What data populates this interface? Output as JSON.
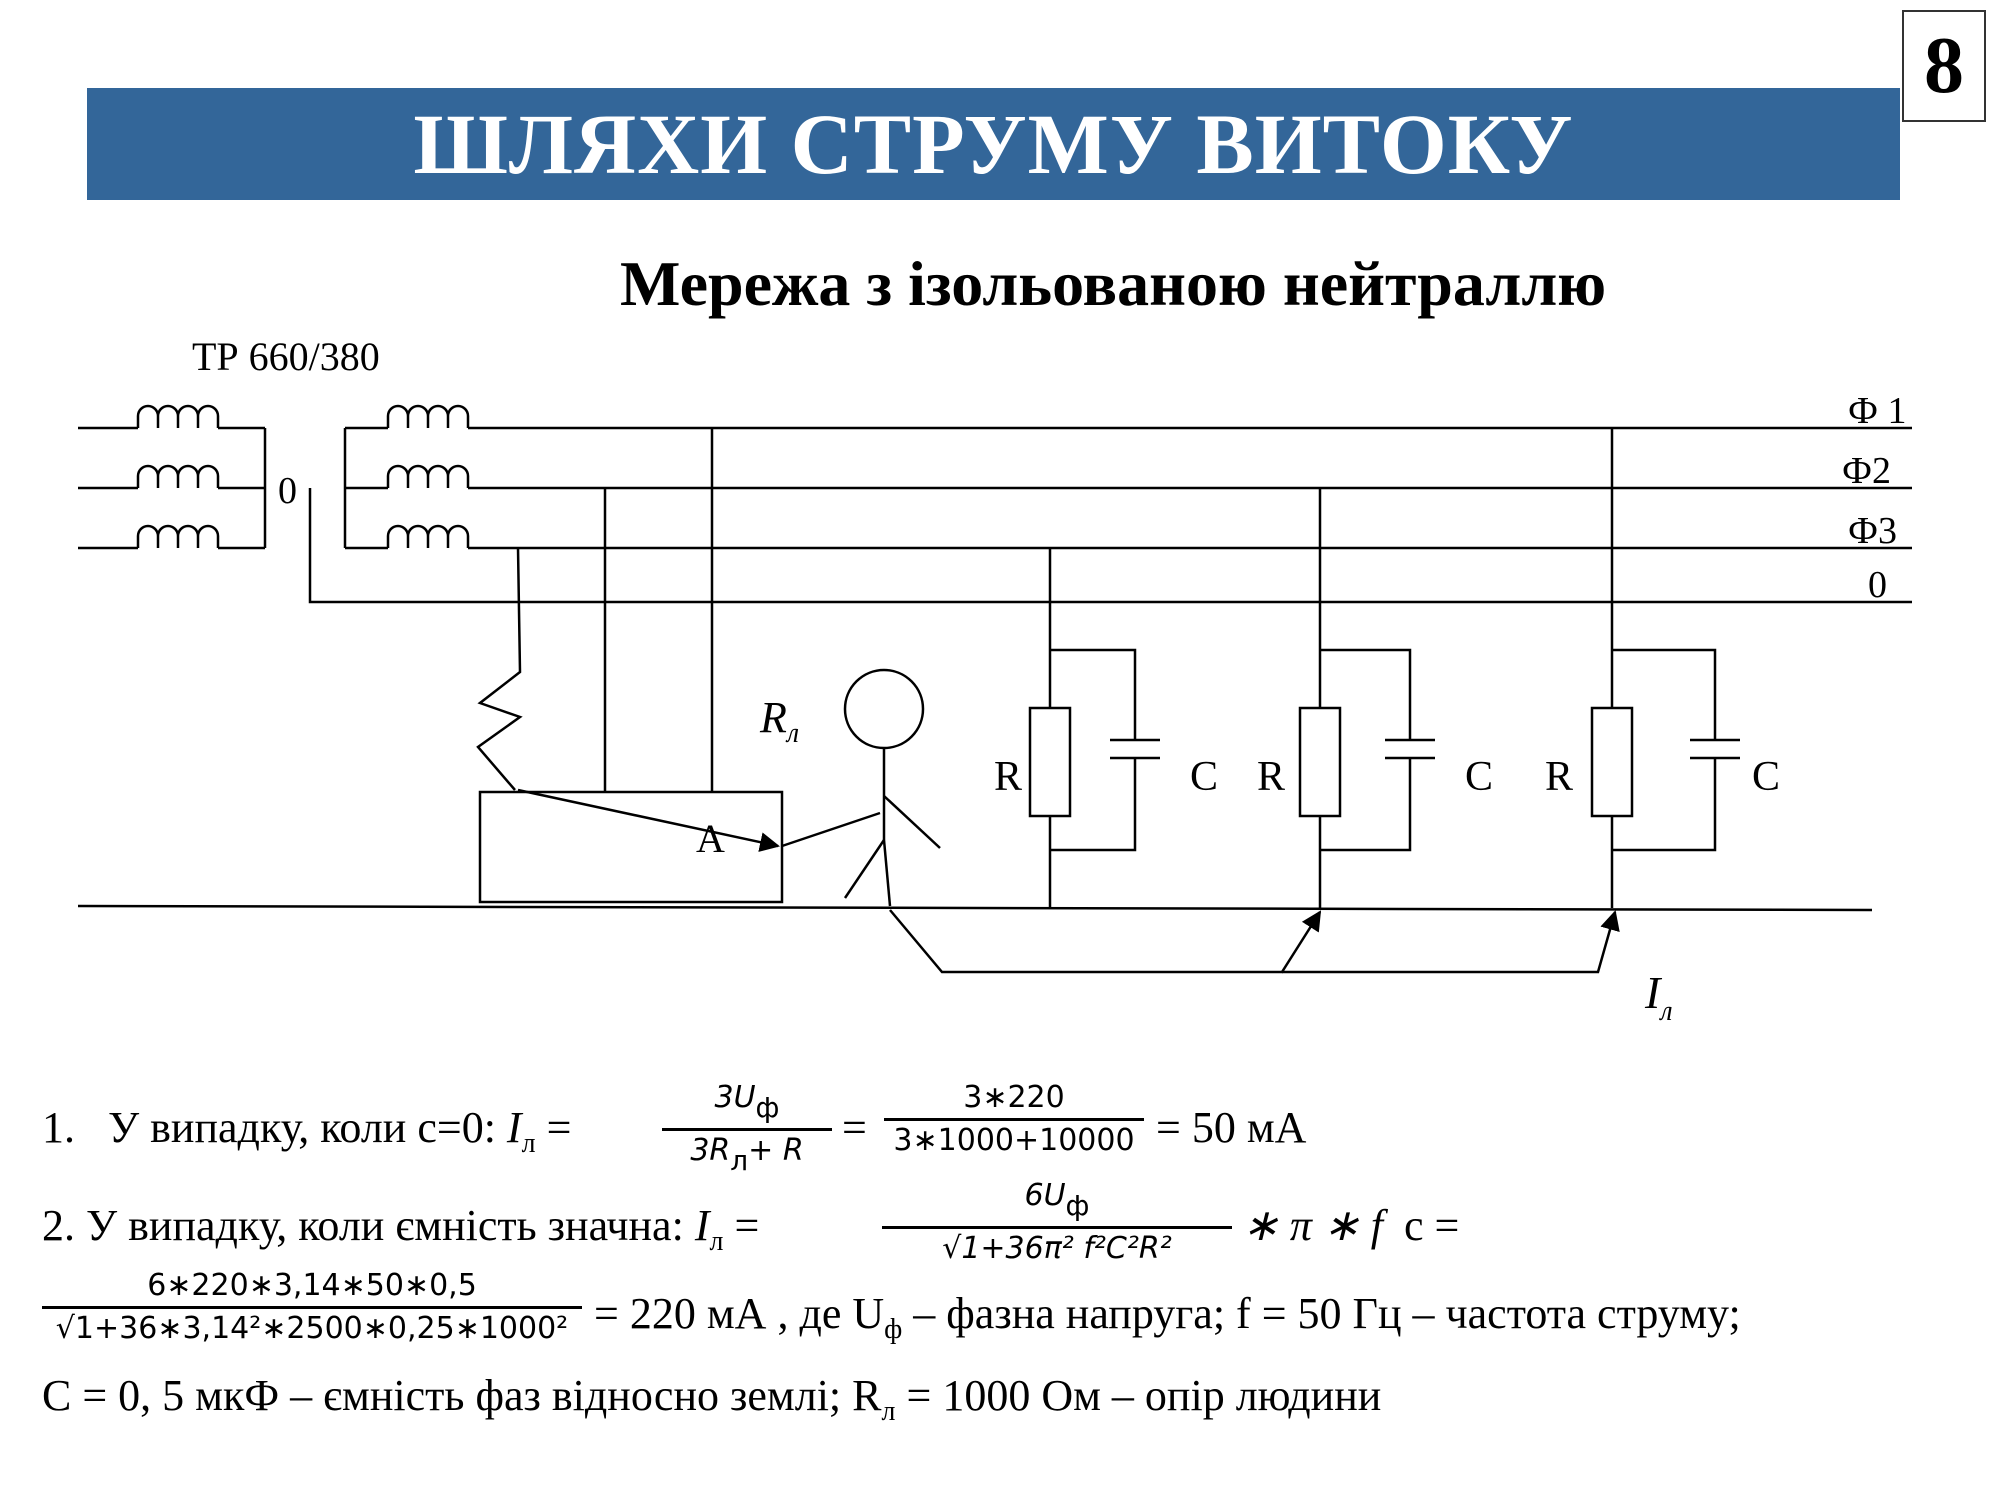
{
  "page_number": "8",
  "title": "ШЛЯХИ СТРУМУ ВИТОКУ",
  "subtitle": "Мережа з ізольованою нейтраллю",
  "colors": {
    "title_bar": "#336699",
    "title_text": "#ffffff"
  },
  "diagram": {
    "transformer_label": "ТР 660/380",
    "neutral_label": "0",
    "phase_labels": [
      "Ф 1",
      "Ф2",
      "Ф3",
      "0"
    ],
    "appliance_label": "A",
    "human_resistance_label": "R",
    "human_resistance_sub": "л",
    "resistor_label": "R",
    "capacitor_label": "C",
    "leakage_current_label": "I",
    "leakage_current_sub": "л"
  },
  "formula1": {
    "number": "1.",
    "text": "У випадку, коли с=0: ",
    "lhs": "I",
    "lhs_sub": "л",
    "eq": "=",
    "frac1_num": "3U",
    "frac1_num_sub": "ф",
    "frac1_den": "3R",
    "frac1_den_sub": "л",
    "frac1_den_tail": "+ R",
    "eq2": "=",
    "frac2_num": "3∗220",
    "frac2_den": "3∗1000+10000",
    "result": "= 50 мА"
  },
  "formula2": {
    "text": "2. У випадку, коли ємність значна: ",
    "lhs": "I",
    "lhs_sub": "л",
    "eq": "=",
    "frac_num": "6U",
    "frac_num_sub": "ф",
    "frac_den": "√1+36π² f²C²R²",
    "tail": "∗ π ∗ f",
    "tail2": "с =",
    "frac3_num": "6∗220∗3,14∗50∗0,5",
    "frac3_den": "√1+36∗3,14²∗2500∗0,25∗1000²",
    "result": "= 220 мА",
    "where": ", де U",
    "where_sub": "ф",
    "where_tail": " – фазна напруга; f = 50 Гц – частота струму;"
  },
  "formula3": {
    "text": "С = 0, 5 мкФ – ємність фаз відносно землі; R",
    "sub": "л",
    "tail": " = 1000 Ом – опір людини"
  }
}
